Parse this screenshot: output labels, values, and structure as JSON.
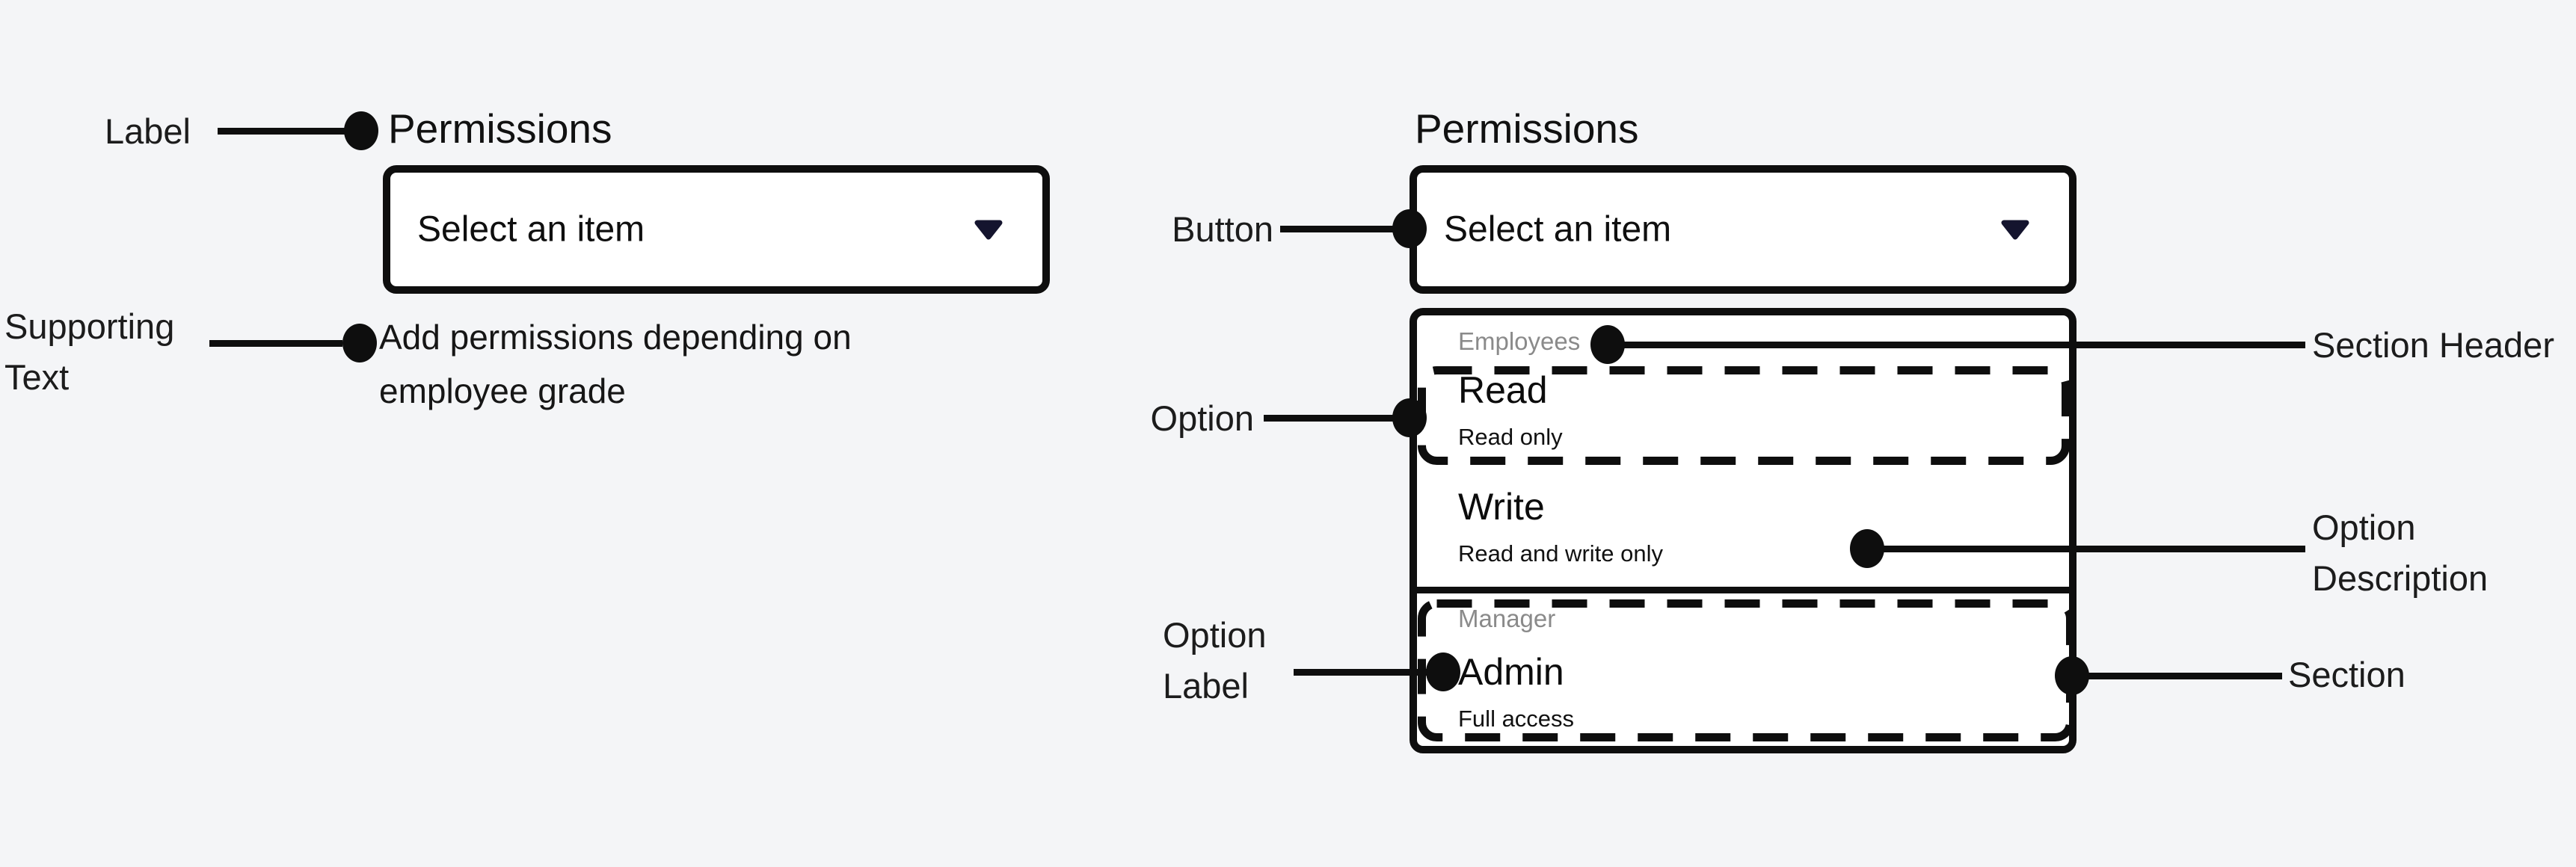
{
  "colors": {
    "background": "#f4f5f7",
    "ink": "#0e0e0e",
    "surface": "#ffffff",
    "section_header_gray": "#8a8a8a",
    "chevron_navy": "#14142e"
  },
  "left": {
    "label": "Permissions",
    "select": {
      "value": "Select an item"
    },
    "supporting_text": "Add permissions depending on employee grade"
  },
  "right": {
    "label": "Permissions",
    "select": {
      "value": "Select an item"
    },
    "menu": {
      "sections": [
        {
          "header": "Employees",
          "options": [
            {
              "label": "Read",
              "description": "Read only"
            },
            {
              "label": "Write",
              "description": "Read and write only"
            }
          ]
        },
        {
          "header": "Manager",
          "options": [
            {
              "label": "Admin",
              "description": "Full access"
            }
          ]
        }
      ]
    }
  },
  "annotations": {
    "label": "Label",
    "supporting_text": "Supporting Text",
    "button": "Button",
    "option": "Option",
    "section_header": "Section Header",
    "option_description": "Option Description",
    "option_label": "Option Label",
    "section": "Section"
  },
  "icons": {
    "chevron_down": "▼"
  }
}
